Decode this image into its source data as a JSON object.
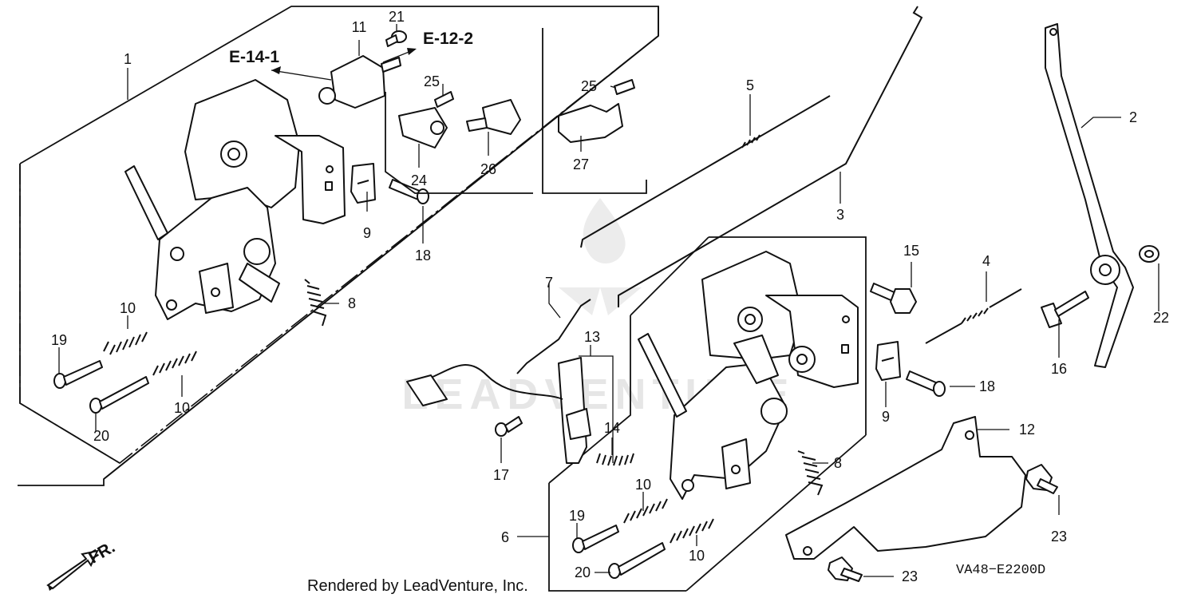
{
  "diagram": {
    "callouts": [
      {
        "id": "c1",
        "text": "1"
      },
      {
        "id": "c2",
        "text": "2"
      },
      {
        "id": "c3",
        "text": "3"
      },
      {
        "id": "c4",
        "text": "4"
      },
      {
        "id": "c5",
        "text": "5"
      },
      {
        "id": "c6",
        "text": "6"
      },
      {
        "id": "c7",
        "text": "7"
      },
      {
        "id": "c8a",
        "text": "8"
      },
      {
        "id": "c8b",
        "text": "8"
      },
      {
        "id": "c9a",
        "text": "9"
      },
      {
        "id": "c9b",
        "text": "9"
      },
      {
        "id": "c10a",
        "text": "10"
      },
      {
        "id": "c10b",
        "text": "10"
      },
      {
        "id": "c10c",
        "text": "10"
      },
      {
        "id": "c10d",
        "text": "10"
      },
      {
        "id": "c11",
        "text": "11"
      },
      {
        "id": "c12",
        "text": "12"
      },
      {
        "id": "c13",
        "text": "13"
      },
      {
        "id": "c14",
        "text": "14"
      },
      {
        "id": "c15",
        "text": "15"
      },
      {
        "id": "c16",
        "text": "16"
      },
      {
        "id": "c17",
        "text": "17"
      },
      {
        "id": "c18a",
        "text": "18"
      },
      {
        "id": "c18b",
        "text": "18"
      },
      {
        "id": "c19a",
        "text": "19"
      },
      {
        "id": "c19b",
        "text": "19"
      },
      {
        "id": "c20a",
        "text": "20"
      },
      {
        "id": "c20b",
        "text": "20"
      },
      {
        "id": "c21",
        "text": "21"
      },
      {
        "id": "c22",
        "text": "22"
      },
      {
        "id": "c23a",
        "text": "23"
      },
      {
        "id": "c23b",
        "text": "23"
      },
      {
        "id": "c24",
        "text": "24"
      },
      {
        "id": "c25a",
        "text": "25"
      },
      {
        "id": "c25b",
        "text": "25"
      },
      {
        "id": "c26",
        "text": "26"
      },
      {
        "id": "c27",
        "text": "27"
      }
    ],
    "refs": [
      {
        "id": "ref-e14",
        "text": "E-14-1"
      },
      {
        "id": "ref-e12",
        "text": "E-12-2"
      }
    ],
    "direction_label": "FR.",
    "diagram_code": "VA48−E2200D",
    "footer": "Rendered by LeadVenture, Inc.",
    "watermark": "LEADVENTURE"
  }
}
